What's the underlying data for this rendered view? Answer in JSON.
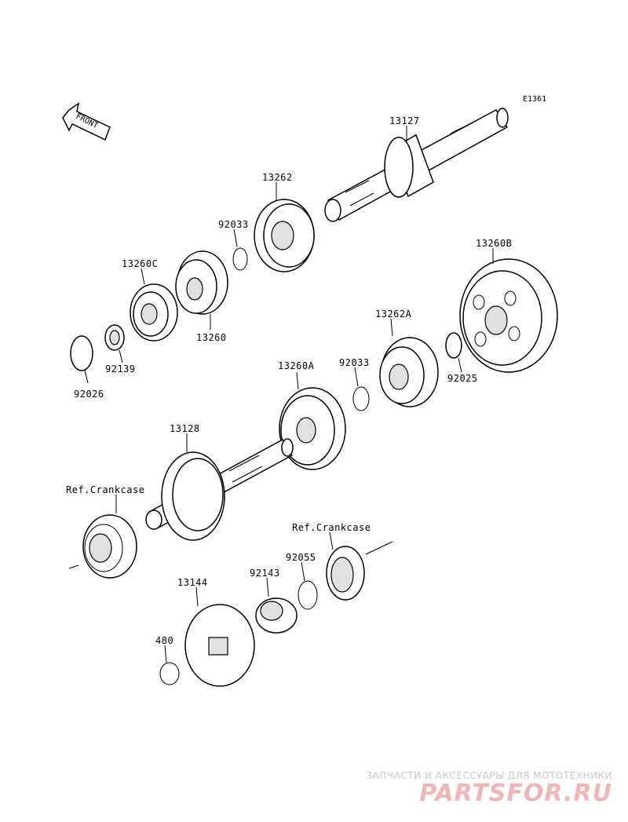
{
  "diagram": {
    "code": "E1361",
    "front_label": "FRONT",
    "parts": {
      "p13127": "13127",
      "p13262": "13262",
      "p92033a": "92033",
      "p13260C": "13260C",
      "p13260": "13260",
      "p92139": "92139",
      "p92026": "92026",
      "p13260B": "13260B",
      "p13262A": "13262A",
      "p92033b": "92033",
      "p92025": "92025",
      "p13260A": "13260A",
      "p13128": "13128",
      "p92055": "92055",
      "p92143": "92143",
      "p13144": "13144",
      "p480": "480"
    },
    "refs": {
      "crankcase_left": "Ref.Crankcase",
      "crankcase_right": "Ref.Crankcase"
    }
  },
  "watermark": {
    "tagline": "ЗАПЧАСТИ И АКСЕССУАРЫ ДЛЯ МОТОТЕХНИКИ",
    "logo": "PARTSFOR.RU"
  }
}
